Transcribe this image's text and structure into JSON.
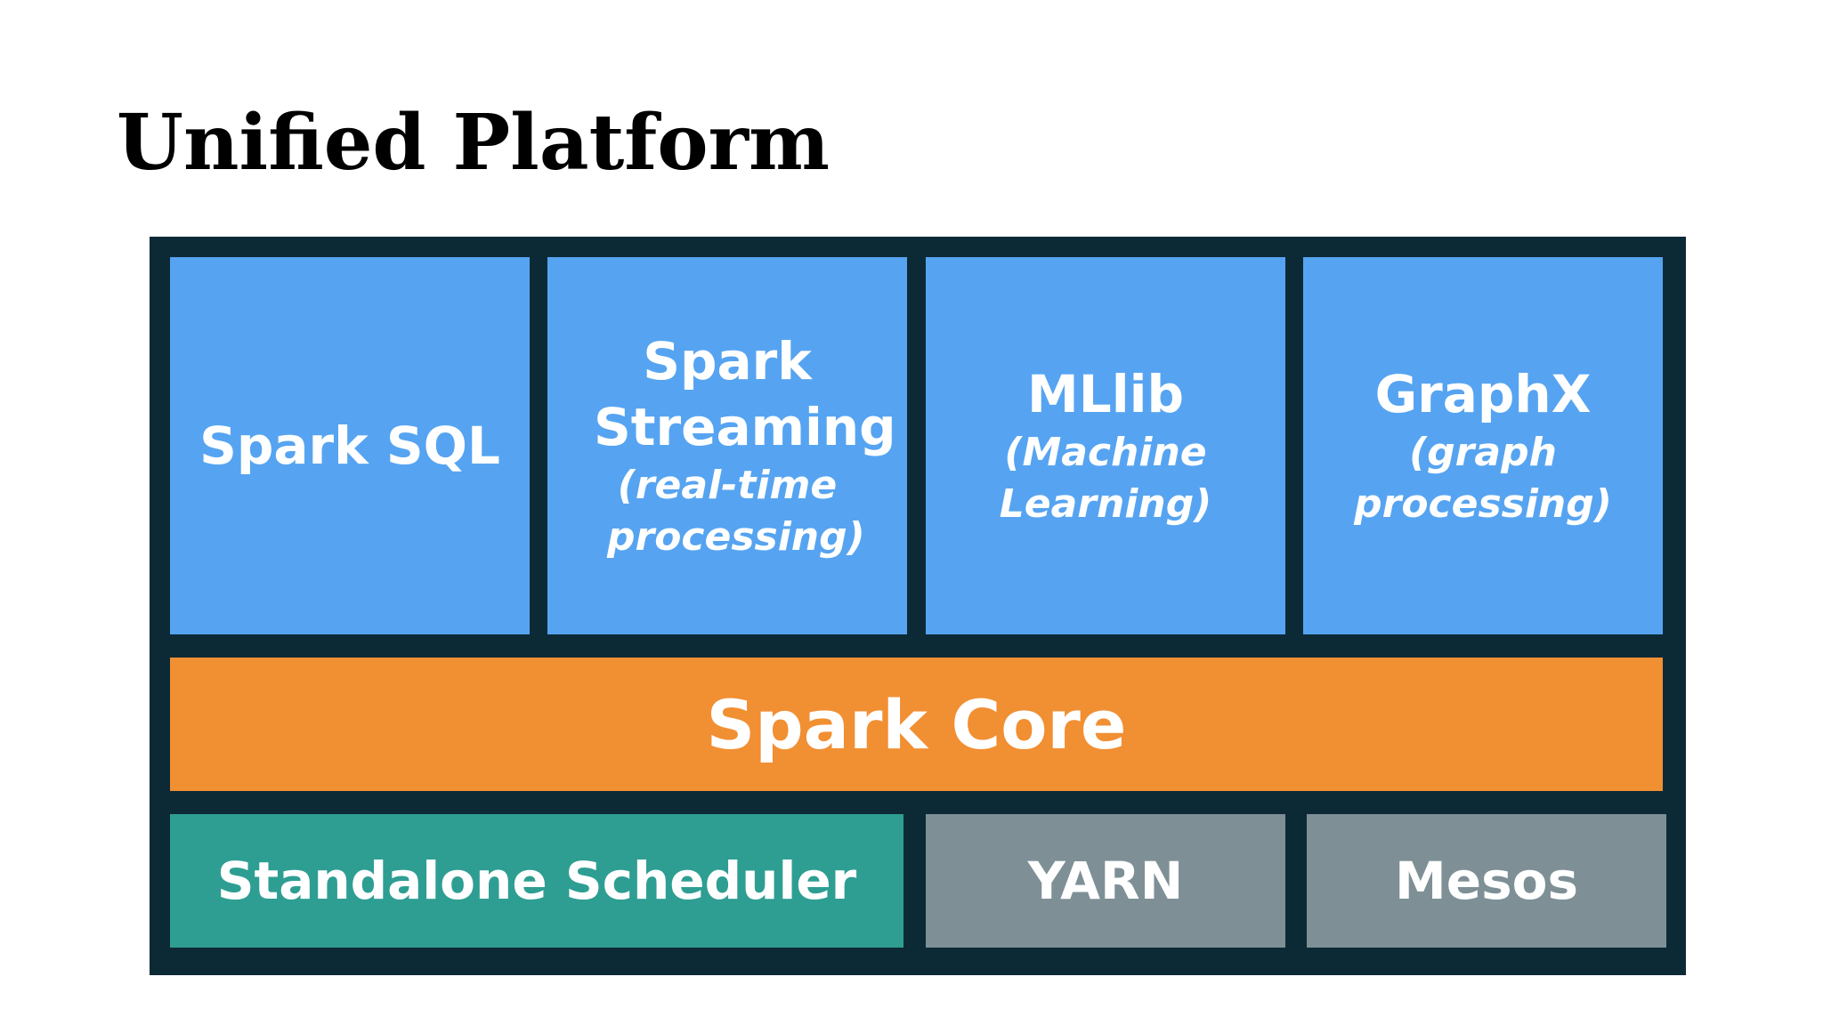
{
  "title": "Unified Platform",
  "libraries": [
    {
      "name": "Spark SQL",
      "subtitle": ""
    },
    {
      "name": "Spark Streaming",
      "subtitle": "(real-time processing)"
    },
    {
      "name": "MLlib",
      "subtitle": "(Machine Learning)"
    },
    {
      "name": "GraphX",
      "subtitle": "(graph processing)"
    }
  ],
  "core": {
    "label": "Spark Core"
  },
  "schedulers": [
    {
      "label": "Standalone Scheduler"
    },
    {
      "label": "YARN"
    },
    {
      "label": "Mesos"
    }
  ],
  "colors": {
    "frame": "#0c2a36",
    "library": "#56a4f1",
    "core": "#f18f33",
    "standalone": "#2e9e93",
    "cluster_manager": "#7e9096",
    "text": "#ffffff"
  }
}
